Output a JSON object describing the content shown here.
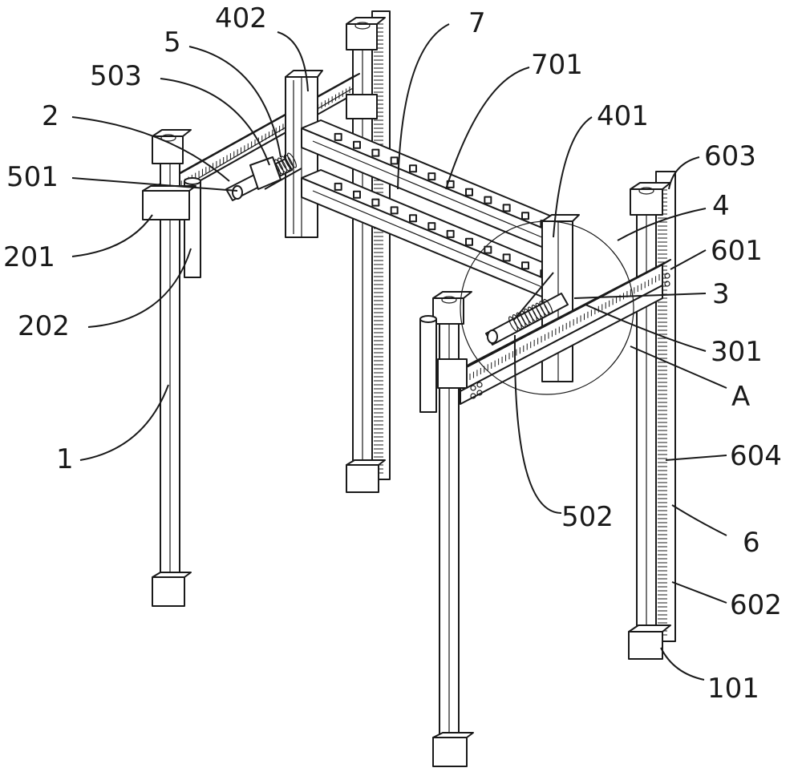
{
  "figure": {
    "labels": {
      "l1": "1",
      "l101": "101",
      "l2": "2",
      "l201": "201",
      "l202": "202",
      "l3": "3",
      "l301": "301",
      "l4": "4",
      "l401": "401",
      "l402": "402",
      "l5": "5",
      "l501": "501",
      "l502": "502",
      "l503": "503",
      "l6": "6",
      "l601": "601",
      "l602": "602",
      "l603": "603",
      "l604": "604",
      "l7": "7",
      "l701": "701",
      "lA": "A"
    }
  }
}
